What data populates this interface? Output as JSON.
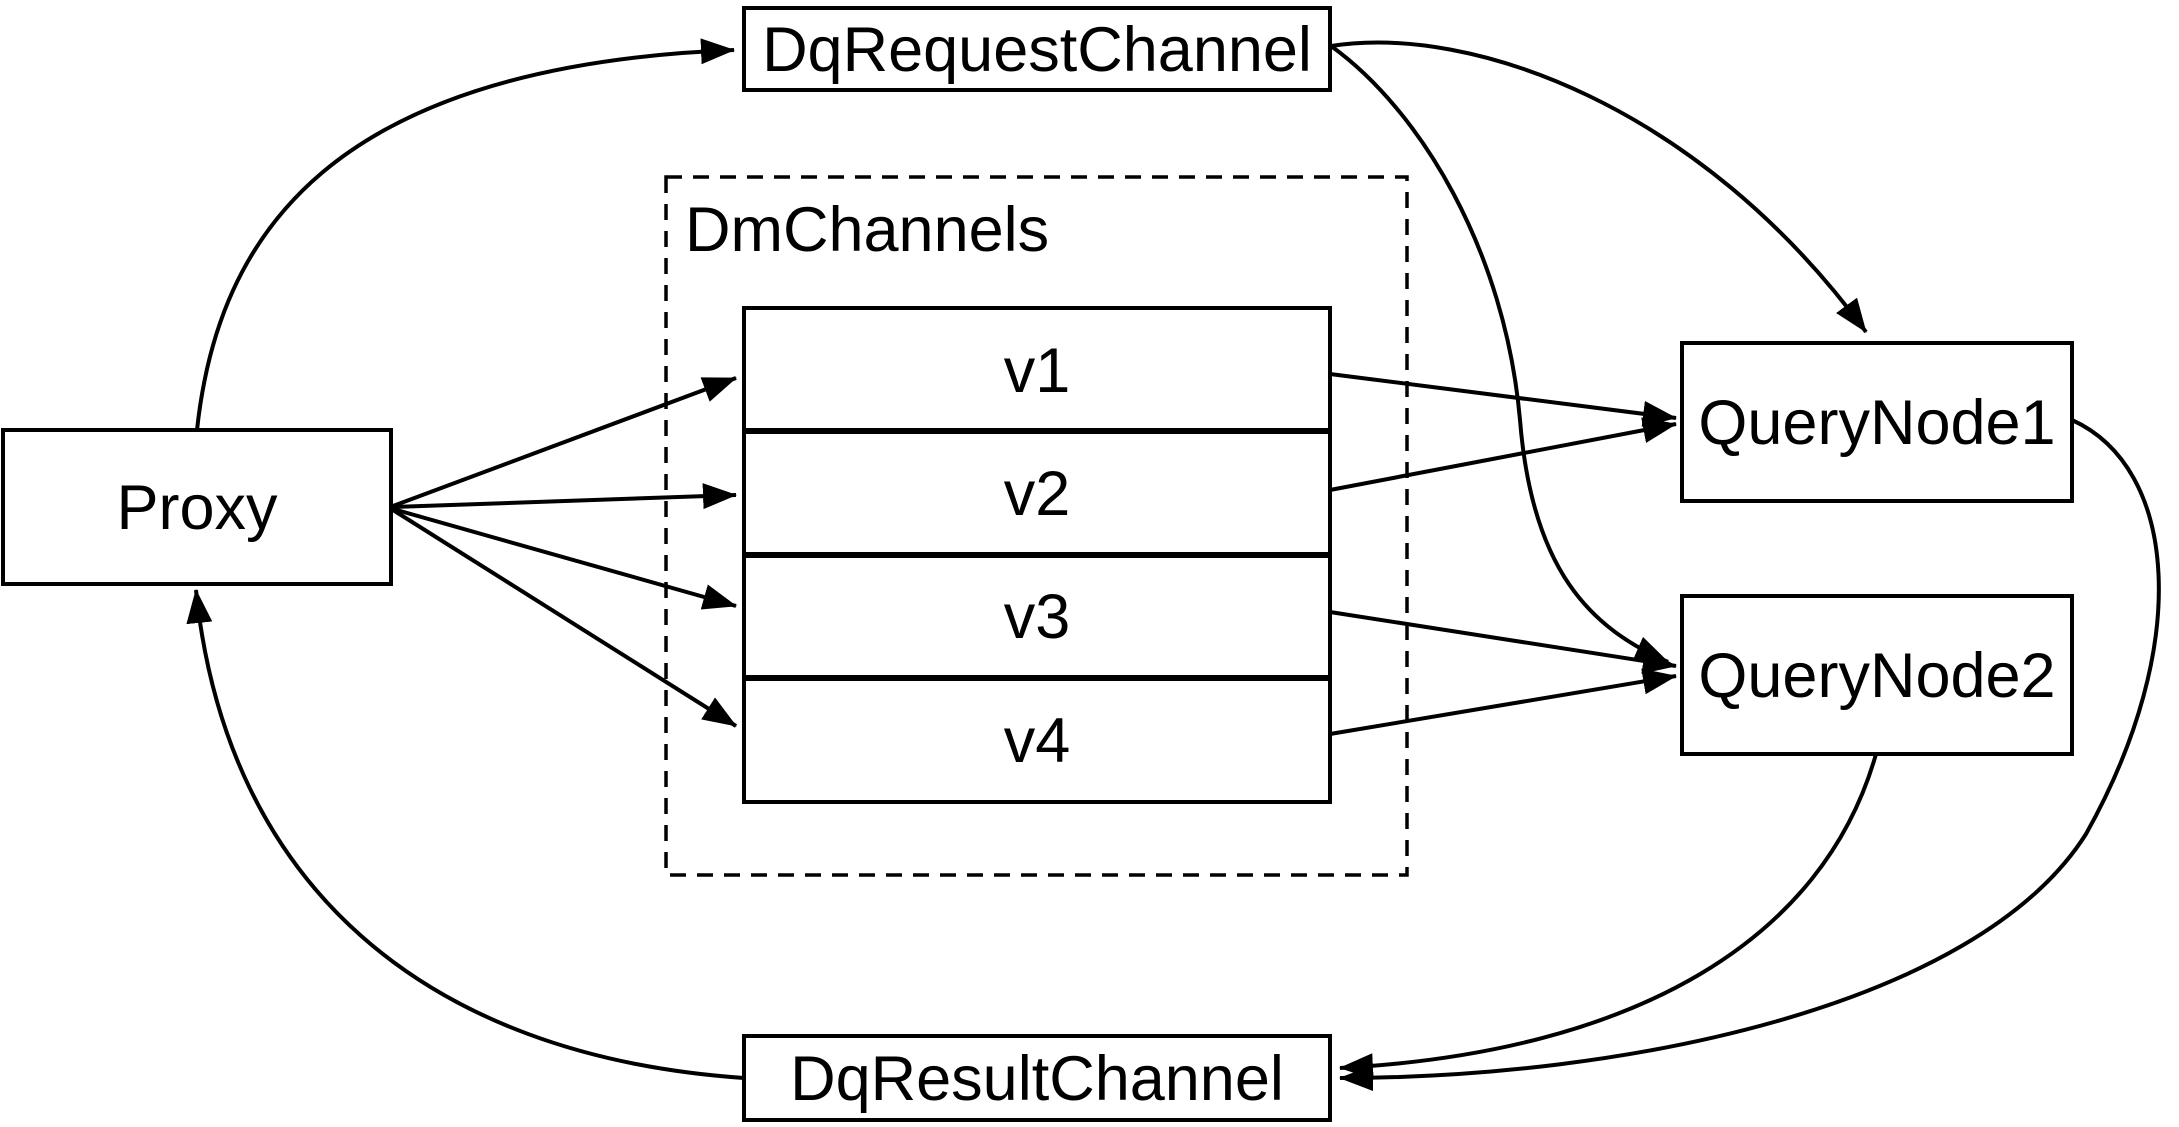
{
  "diagram": {
    "type": "architecture-flow-diagram",
    "colors": {
      "background": "#ffffff",
      "line": "#000000",
      "text": "#000000"
    },
    "nodes": {
      "proxy": {
        "label": "Proxy"
      },
      "dq_request_channel": {
        "label": "DqRequestChannel"
      },
      "dm_channels_group": {
        "label": "DmChannels"
      },
      "channels": [
        {
          "label": "v1"
        },
        {
          "label": "v2"
        },
        {
          "label": "v3"
        },
        {
          "label": "v4"
        }
      ],
      "query_node_1": {
        "label": "QueryNode1"
      },
      "query_node_2": {
        "label": "QueryNode2"
      },
      "dq_result_channel": {
        "label": "DqResultChannel"
      }
    },
    "edges": [
      {
        "from": "Proxy",
        "to": "DqRequestChannel"
      },
      {
        "from": "Proxy",
        "to": "v1"
      },
      {
        "from": "Proxy",
        "to": "v2"
      },
      {
        "from": "Proxy",
        "to": "v3"
      },
      {
        "from": "Proxy",
        "to": "v4"
      },
      {
        "from": "v1",
        "to": "QueryNode1"
      },
      {
        "from": "v2",
        "to": "QueryNode1"
      },
      {
        "from": "v3",
        "to": "QueryNode2"
      },
      {
        "from": "v4",
        "to": "QueryNode2"
      },
      {
        "from": "DqRequestChannel",
        "to": "QueryNode1"
      },
      {
        "from": "DqRequestChannel",
        "to": "QueryNode2"
      },
      {
        "from": "QueryNode1",
        "to": "DqResultChannel"
      },
      {
        "from": "QueryNode2",
        "to": "DqResultChannel"
      },
      {
        "from": "DqResultChannel",
        "to": "Proxy"
      }
    ]
  }
}
